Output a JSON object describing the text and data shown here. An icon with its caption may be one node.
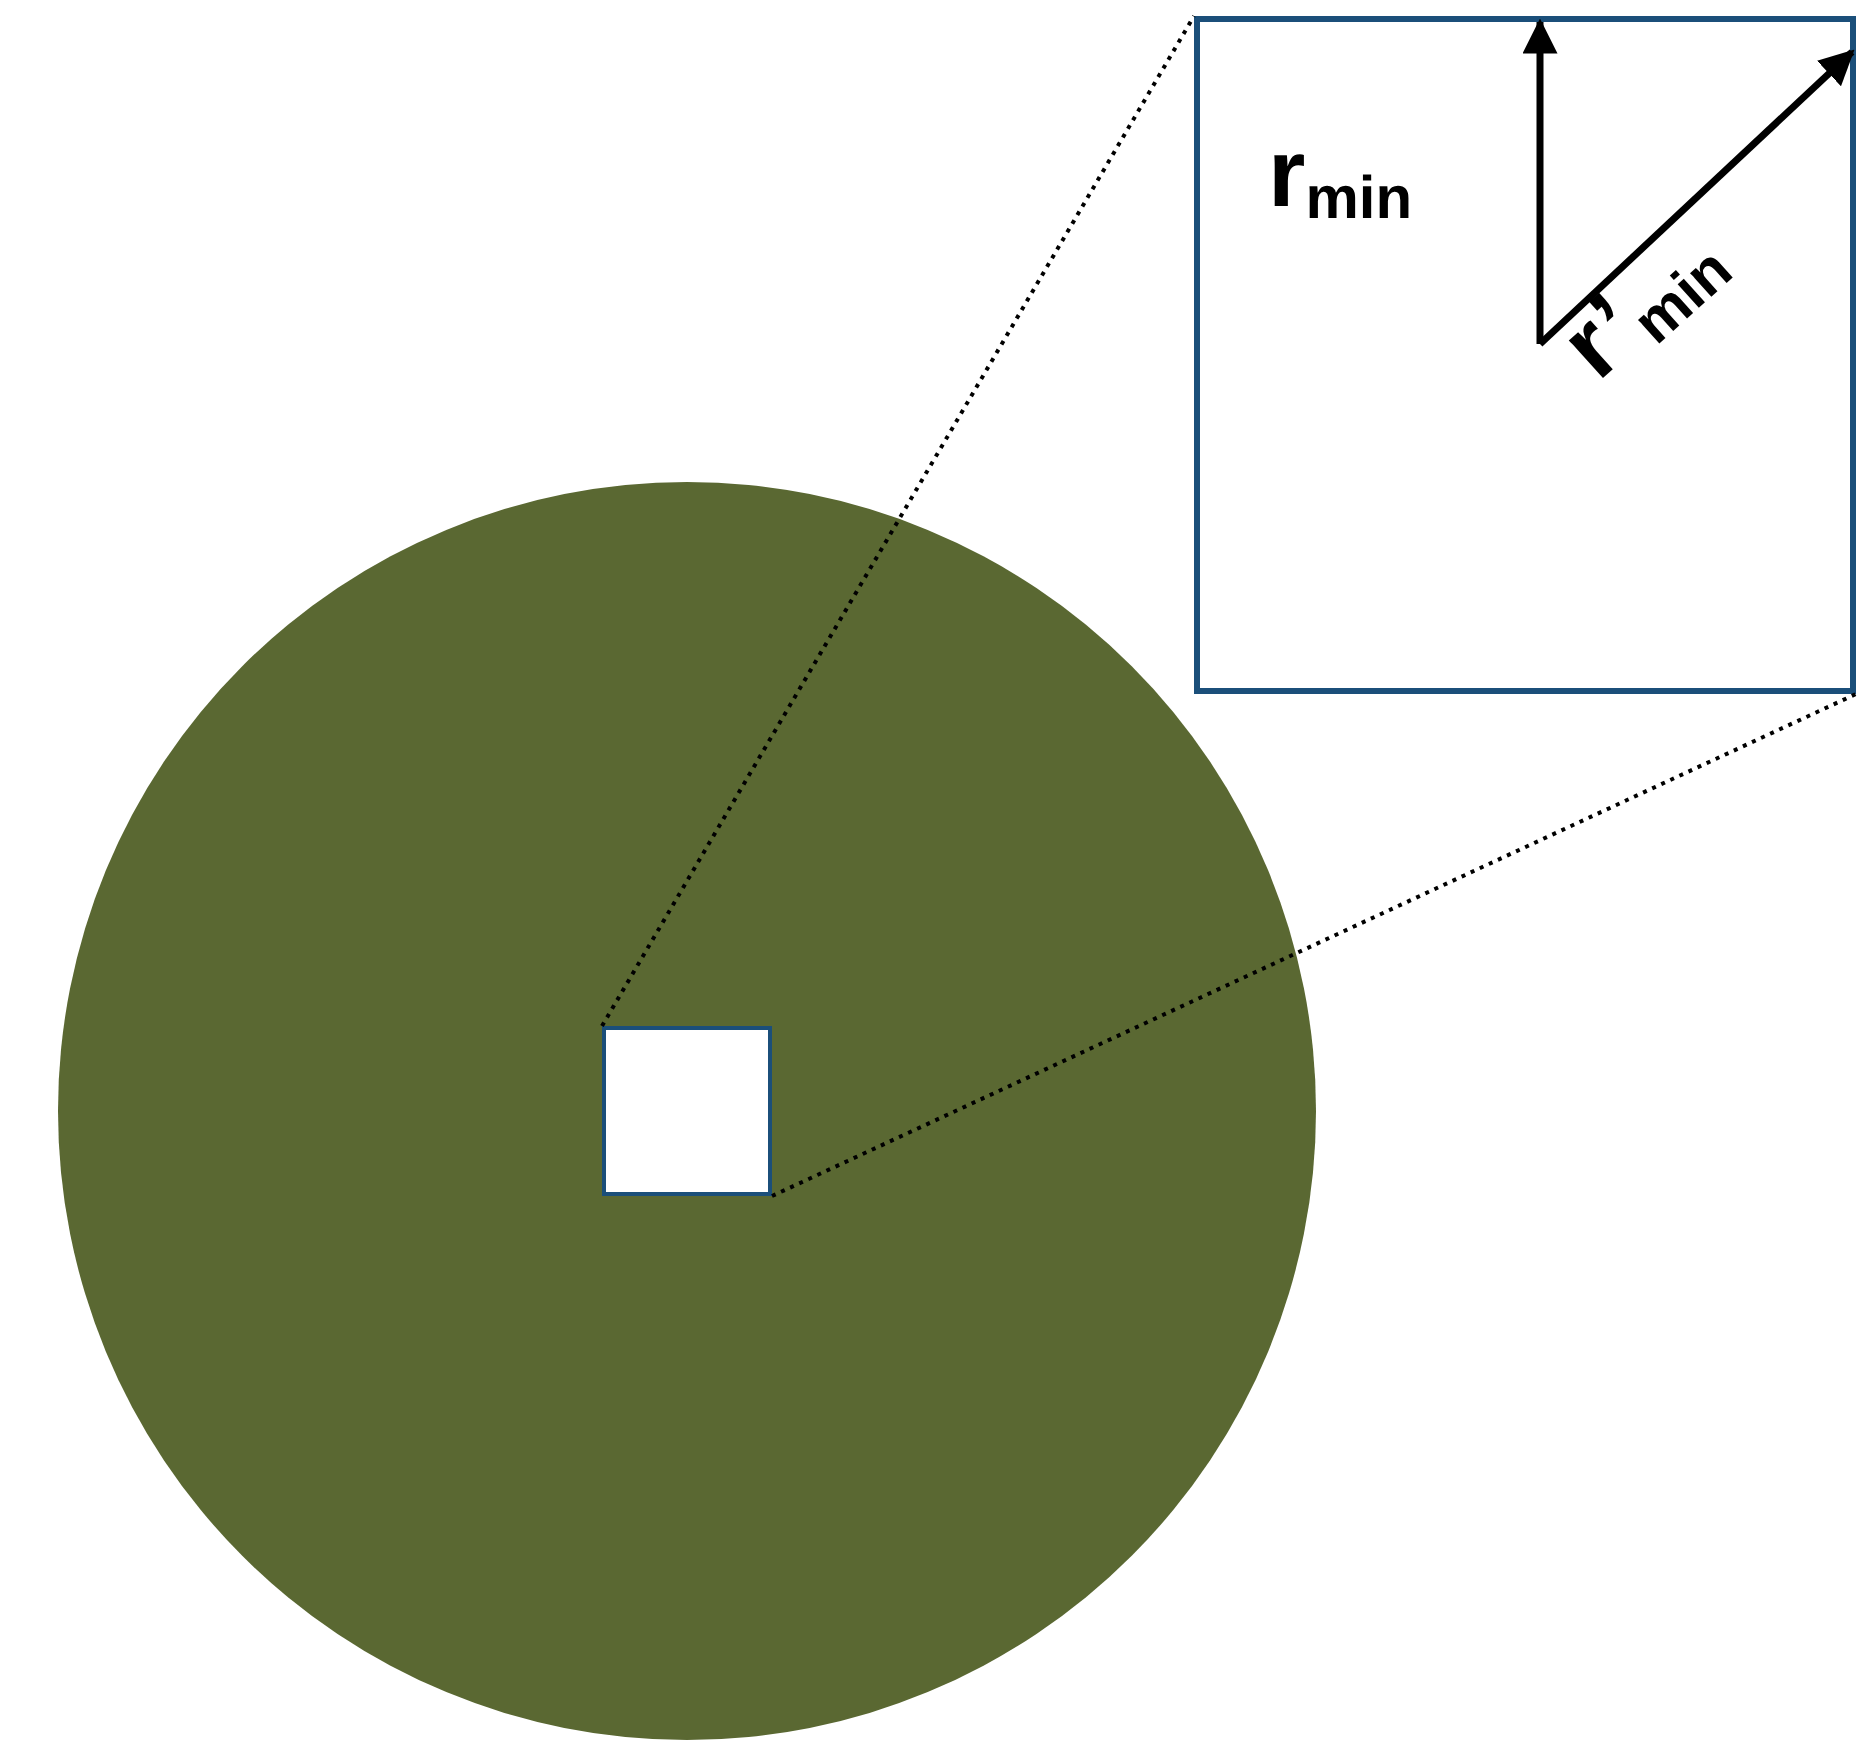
{
  "diagram": {
    "nodes": [
      {
        "text": [],
        "shape": "circle"
      },
      {
        "text": [],
        "shape": "box",
        "in": 0
      },
      {
        "text": [],
        "shape": "box"
      }
    ],
    "edges": [
      {
        "from": 1,
        "to": 2,
        "arrow": "none",
        "style": "dashed"
      },
      {
        "from": 1,
        "to": 2,
        "arrow": "none",
        "style": "dashed"
      }
    ],
    "labels": [
      "r$_{min}$",
      "r’$_{min}$"
    ]
  }
}
